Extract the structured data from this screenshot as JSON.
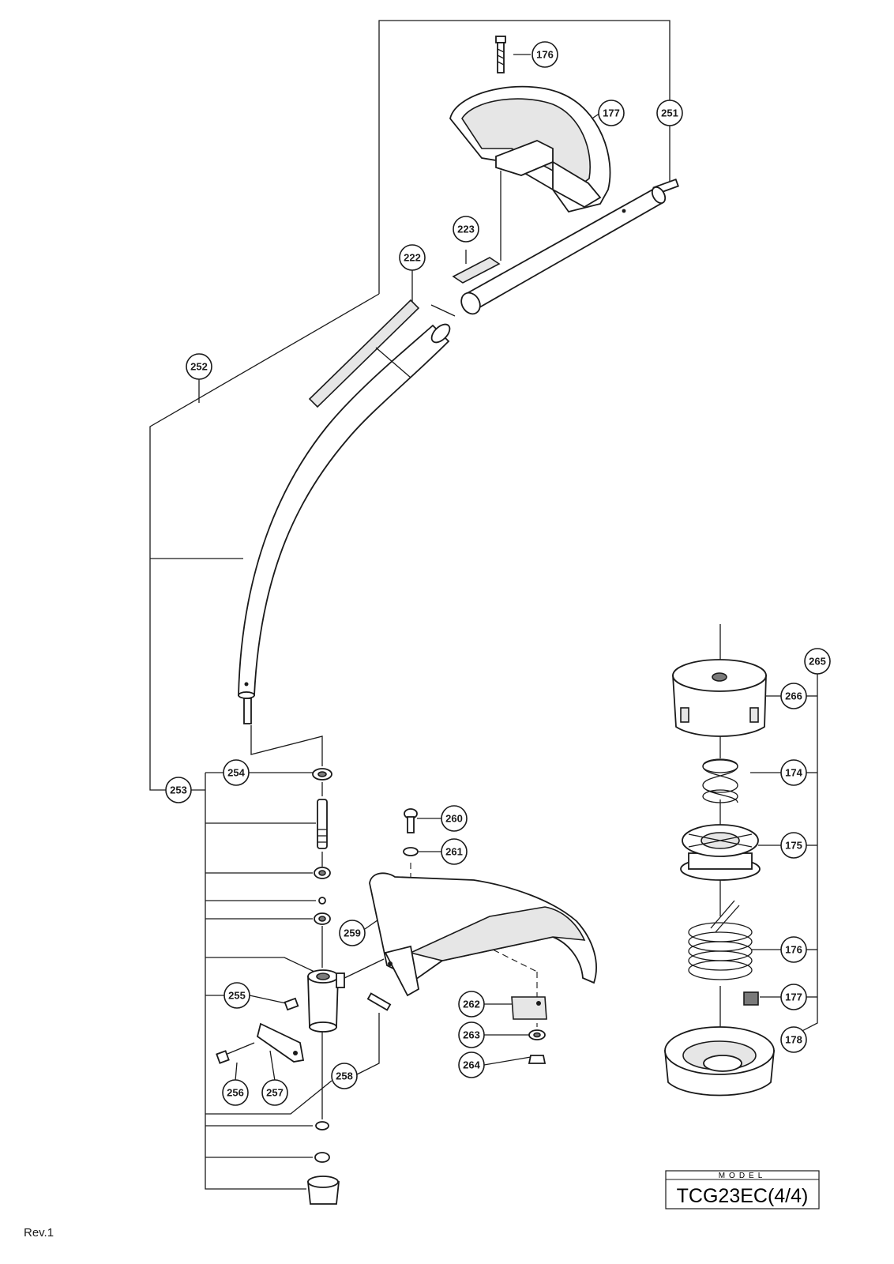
{
  "callouts": {
    "c176a": "176",
    "c177a": "177",
    "c251": "251",
    "c223": "223",
    "c222": "222",
    "c252": "252",
    "c253": "253",
    "c254": "254",
    "c255": "255",
    "c256": "256",
    "c257": "257",
    "c258": "258",
    "c259": "259",
    "c260": "260",
    "c261": "261",
    "c262": "262",
    "c263": "263",
    "c264": "264",
    "c265": "265",
    "c266": "266",
    "c174": "174",
    "c175": "175",
    "c176b": "176",
    "c177b": "177",
    "c178": "178"
  },
  "title_block": {
    "label": "MODEL",
    "name": "TCG23EC(4/4)"
  },
  "revision": "Rev.1"
}
